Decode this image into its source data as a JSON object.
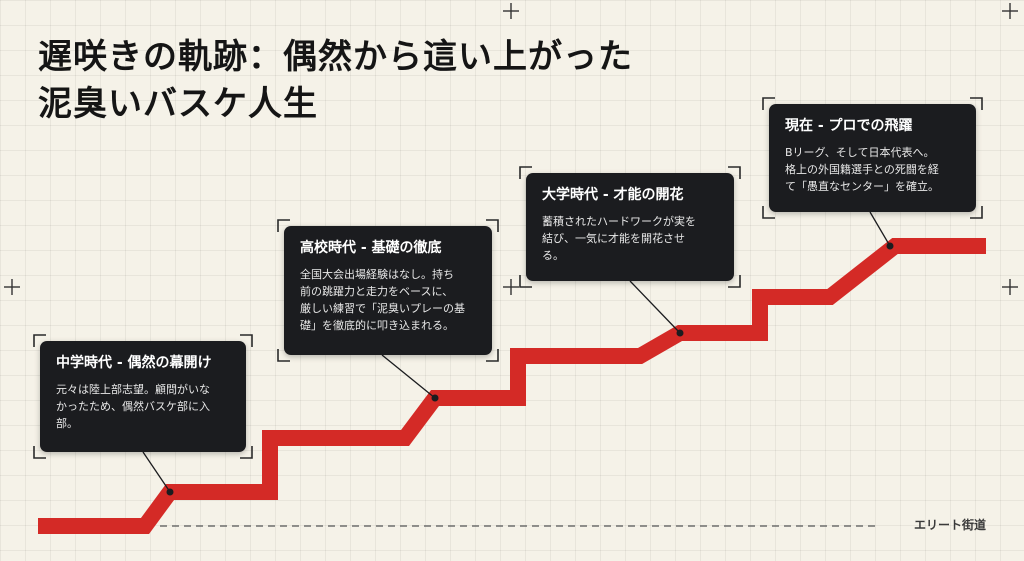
{
  "title_lines": [
    "遅咲きの軌跡：偶然から這い上がった",
    "泥臭いバスケ人生"
  ],
  "milestones": [
    {
      "title": "中学時代 - 偶然の幕開け",
      "body_lines": [
        "元々は陸上部志望。顧問がいな",
        "かったため、偶然バスケ部に入",
        "部。"
      ]
    },
    {
      "title": "高校時代 - 基礎の徹底",
      "body_lines": [
        "全国大会出場経験はなし。持ち",
        "前の跳躍力と走力をベースに、",
        "厳しい練習で「泥臭いプレーの基",
        "礎」を徹底的に叩き込まれる。"
      ]
    },
    {
      "title": "大学時代 - 才能の開花",
      "body_lines": [
        "蓄積されたハードワークが実を",
        "結び、一気に才能を開花させ",
        "る。"
      ]
    },
    {
      "title": "現在 - プロでの飛躍",
      "body_lines": [
        "Bリーグ、そして日本代表へ。",
        "格上の外国籍選手との死闘を経",
        "て「愚直なセンター」を確立。"
      ]
    }
  ],
  "baseline_label": "エリート街道",
  "colors": {
    "stair": "#d42a26",
    "card_bg": "#1b1c1f",
    "baseline": "#6e6e6e",
    "background": "#f5f2e8"
  }
}
